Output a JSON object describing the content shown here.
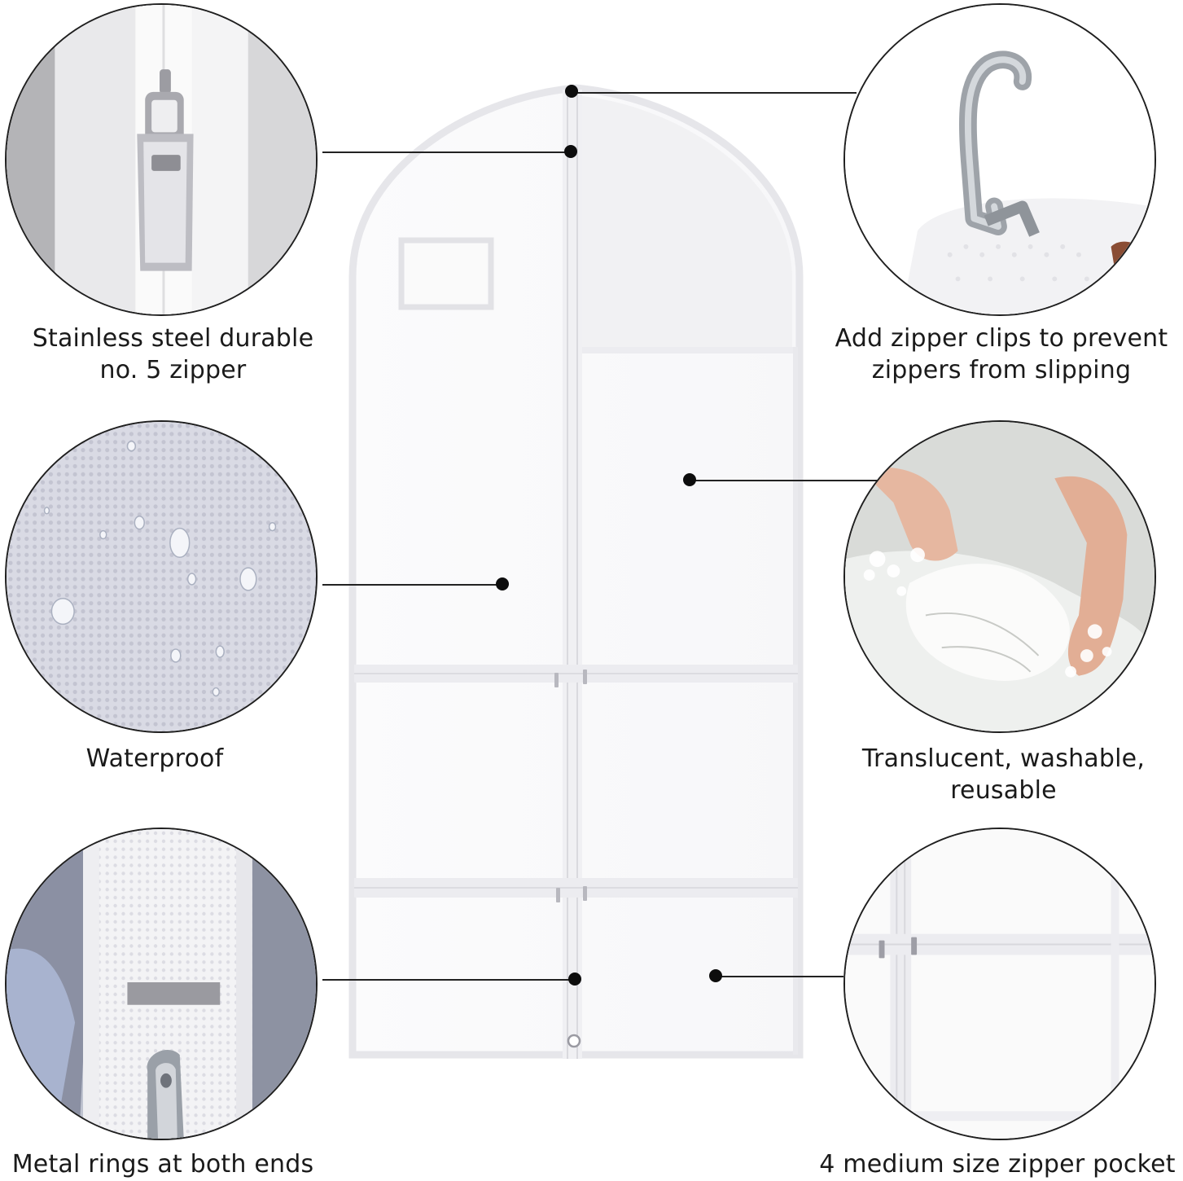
{
  "features": {
    "zipper": {
      "caption": "Stainless steel durable\nno. 5 zipper",
      "icon": "zipper-pull-icon"
    },
    "clips": {
      "caption": "Add zipper clips to prevent\nzippers from slipping",
      "icon": "hook-icon"
    },
    "waterproof": {
      "caption": "Waterproof",
      "icon": "water-droplets-icon"
    },
    "washable": {
      "caption": "Translucent, washable,\nreusable",
      "icon": "washing-hands-icon"
    },
    "rings": {
      "caption": "Metal rings at both ends",
      "icon": "metal-ring-icon"
    },
    "pocket": {
      "caption": "4 medium size zipper pocket",
      "icon": "zipper-pocket-icon"
    }
  },
  "colors": {
    "background": "#ffffff",
    "trim": "#e9e9ee",
    "leader": "#222222",
    "text": "#1a1a1a"
  }
}
